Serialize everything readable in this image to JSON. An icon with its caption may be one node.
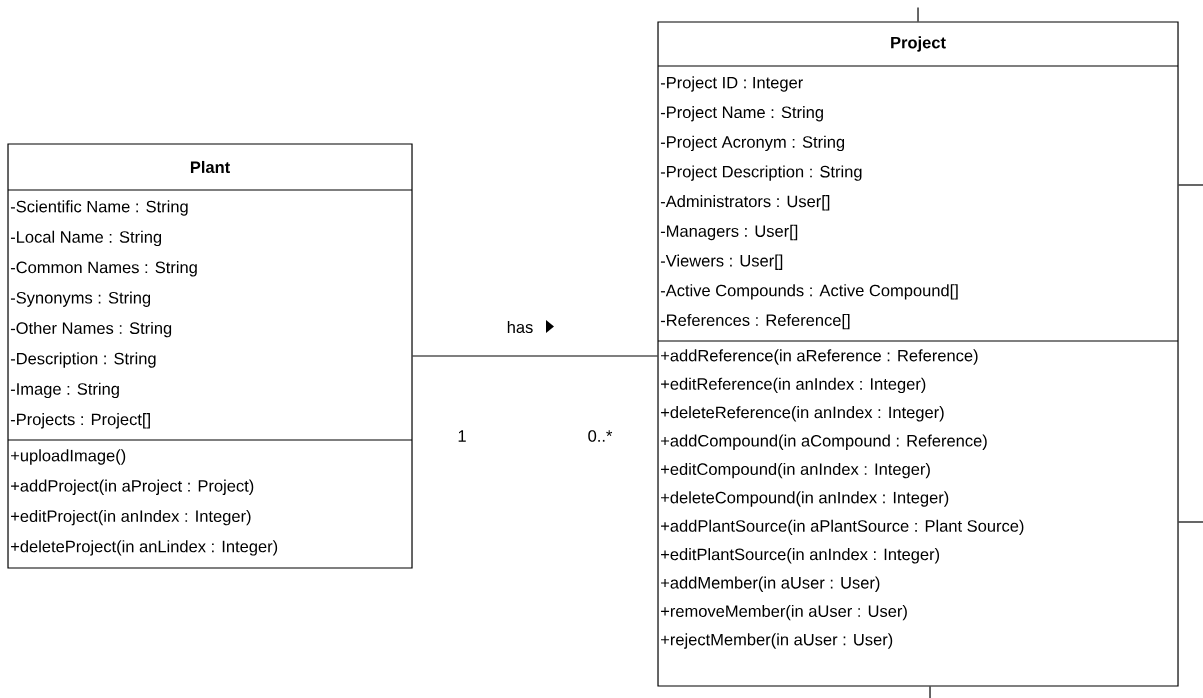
{
  "diagram": {
    "nodes": [
      {
        "text": [
          "Plant",
          "-Scientific Name : String",
          "-Local Name : String",
          "-Common Names : String",
          "-Synonyms : String",
          "-Other Names : String",
          "-Description : String",
          "-Image : String",
          "-Projects : Project[]",
          "+uploadImage()",
          "+addProject(in aProject : Project)",
          "+editProject(in anIndex : Integer)",
          "+deleteProject(in anLindex : Integer)"
        ]
      },
      {
        "text": [
          "Project",
          "-Project ID : Integer",
          "-Project Name : String",
          "-Project Acronym : String",
          "-Project Description : String",
          "-Administrators : User[]",
          "-Managers : User[]",
          "-Viewers : User[]",
          "-Active Compounds : Active Compound[]",
          "-References : Reference[]",
          "+addReference(in aReference : Reference)",
          "+editReference(in anIndex : Integer)",
          "+deleteReference(in anIndex : Integer)",
          "+addCompound(in aCompound : Reference)",
          "+editCompound(in anIndex : Integer)",
          "+deleteCompound(in anIndex : Integer)",
          "+addPlantSource(in aPlantSource : Plant Source)",
          "+editPlantSource(in anIndex : Integer)",
          "+addMember(in aUser : User)",
          "+removeMember(in aUser : User)",
          "+rejectMember(in aUser : User)"
        ]
      }
    ],
    "edges": [
      {
        "from": 0,
        "to": 1,
        "arrow": "none",
        "label": "has"
      },
      {
        "from": 1,
        "to": null,
        "arrow": "none"
      },
      {
        "from": 1,
        "to": null,
        "arrow": "none"
      },
      {
        "from": 1,
        "to": null,
        "arrow": "none"
      },
      {
        "from": 1,
        "to": null,
        "arrow": "none"
      }
    ],
    "labels": [
      "1",
      "0..*"
    ]
  }
}
